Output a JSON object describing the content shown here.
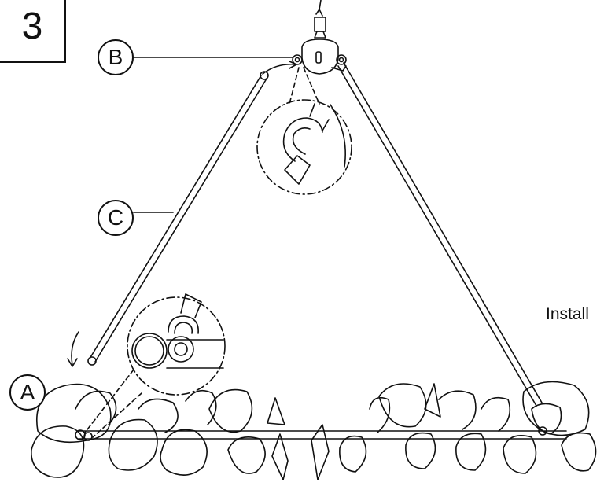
{
  "step": {
    "number": "3"
  },
  "callouts": {
    "a": "A",
    "b": "B",
    "c": "C"
  },
  "side_text": "Install",
  "colors": {
    "line": "#111111",
    "background": "#ffffff"
  }
}
